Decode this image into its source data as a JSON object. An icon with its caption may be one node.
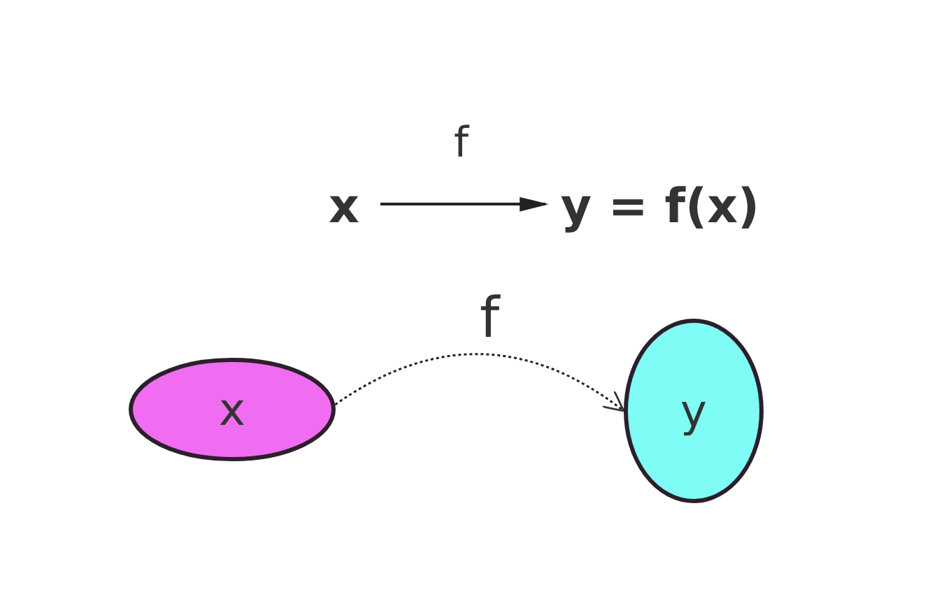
{
  "diagram": {
    "nodes": [
      {
        "text": [
          "x"
        ]
      },
      {
        "text": [
          "y = f(x)"
        ]
      },
      {
        "text": [
          "x"
        ]
      },
      {
        "text": [
          "y"
        ]
      }
    ],
    "edges": [
      {
        "from": 0,
        "to": 1,
        "arrow": "to",
        "label": "f"
      },
      {
        "from": 2,
        "to": 3,
        "arrow": "to",
        "label": "f",
        "style": "dashed"
      }
    ]
  }
}
